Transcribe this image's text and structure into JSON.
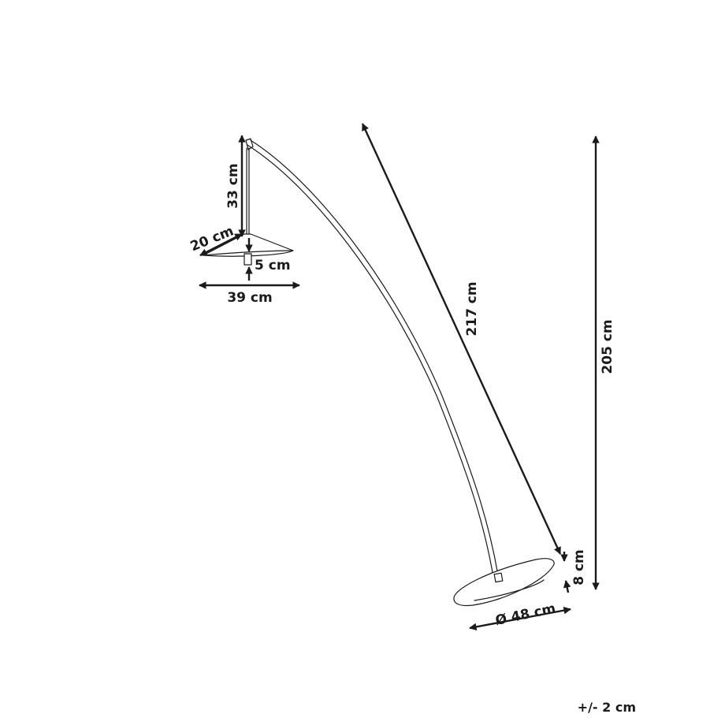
{
  "dimensions": {
    "pole_length": "217 cm",
    "total_height": "205 cm",
    "base_diameter": "Ø 48 cm",
    "base_height": "8 cm",
    "shade_drop": "33 cm",
    "shade_depth": "20 cm",
    "shade_width": "39 cm",
    "socket_height": "5 cm"
  },
  "tolerance": "+/- 2 cm",
  "colors": {
    "line": "#1a1a1a",
    "background": "#ffffff"
  }
}
